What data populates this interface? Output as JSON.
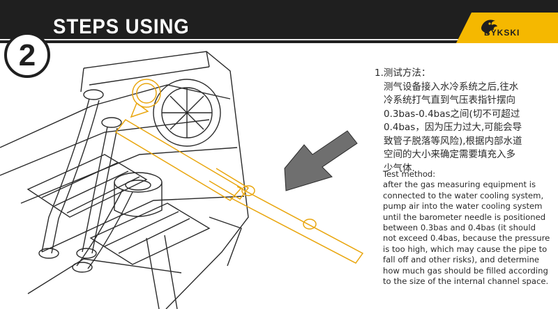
{
  "header": {
    "title": "STEPS USING",
    "step_number": "2",
    "brand_name": "BYKSKI",
    "colors": {
      "bar": "#1f1f1f",
      "accent": "#f5b800"
    }
  },
  "illustration": {
    "icon": "water-cooling-air-pump-illustration"
  },
  "instructions_cn": {
    "title": "1.测试方法：",
    "lines": [
      "测气设备接入水冷系统之后,往水",
      "冷系统打气直到气压表指针摆向",
      "0.3bas-0.4bas之间(切不可超过",
      "0.4bas，因为压力过大,可能会导",
      "致管子脱落等风险),根据内部水道",
      "空间的大小来确定需要填充入多",
      "少气体."
    ]
  },
  "instructions_en": {
    "title": "Test method:",
    "lines": [
      "after the gas measuring equipment is",
      "connected to the water cooling system,",
      "pump air into the water cooling system",
      "until the barometer needle is positioned",
      "between 0.3bas and 0.4bas (it should",
      "not exceed 0.4bas, because the pressure",
      "is too high, which may cause the pipe to",
      "fall off and other risks), and determine",
      "how much gas should be filled according",
      "to the size of the internal channel space."
    ]
  }
}
